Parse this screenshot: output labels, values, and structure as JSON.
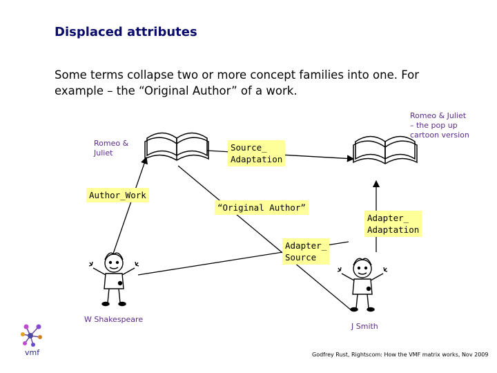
{
  "title": "Displaced attributes",
  "intro": "Some terms collapse two or more concept families into one. For example – the “Original Author” of a work.",
  "labels": {
    "romeo_left": "Romeo & Juliet",
    "romeo_right": "Romeo & Juliet – the pop up cartoon version",
    "shakespeare": "W Shakespeare",
    "jsmith": "J Smith"
  },
  "boxes": {
    "author_work": "Author_Work",
    "source_adaptation": "Source_\nAdaptation",
    "original_author": "“Original Author”",
    "adapter_adaptation": "Adapter_\nAdaptation",
    "adapter_source": "Adapter_\nSource"
  },
  "logo_text": "vmf",
  "footer": "Godfrey Rust, Rightscom: How the VMF matrix works, Nov 2009"
}
